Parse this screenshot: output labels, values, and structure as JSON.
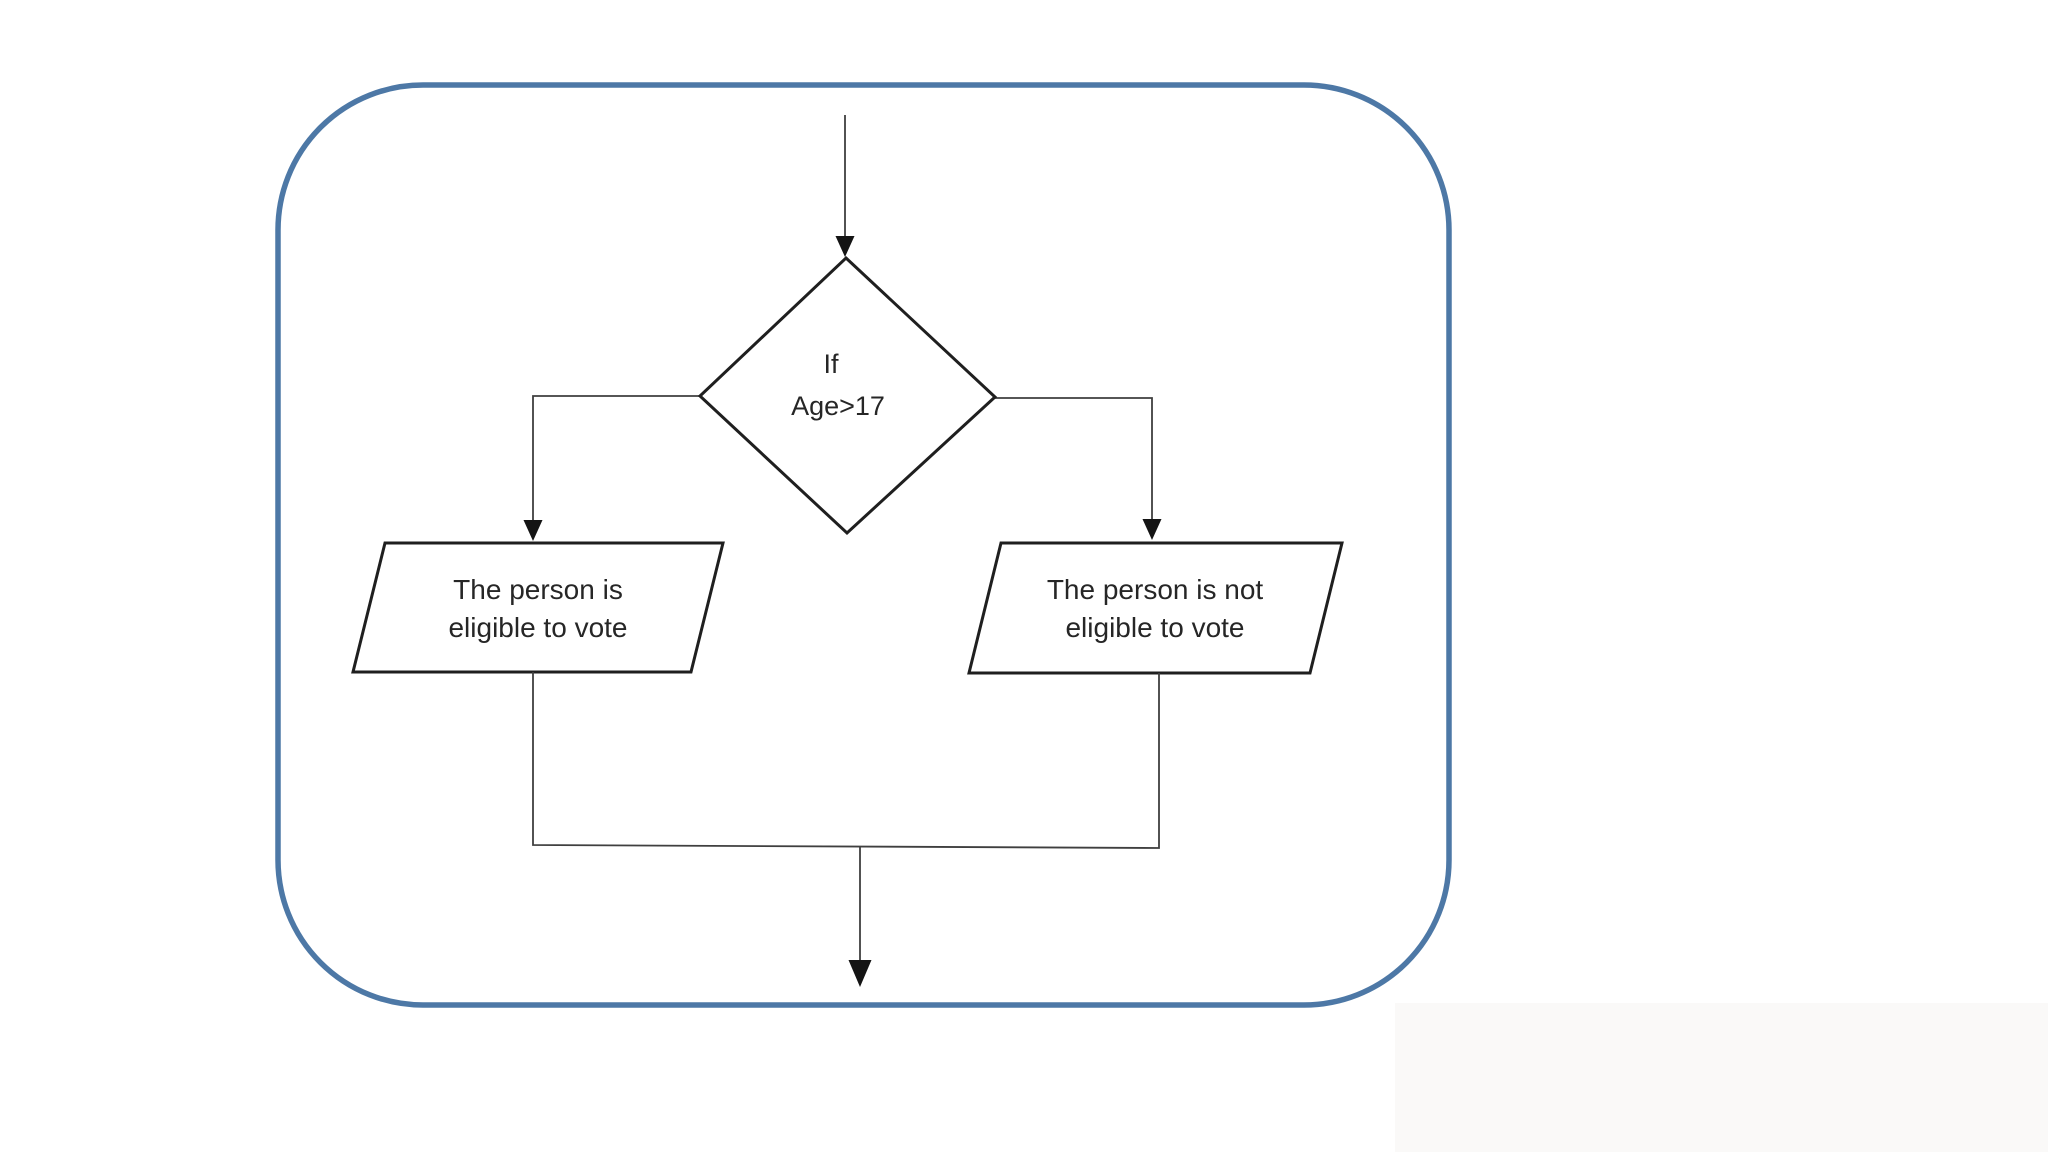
{
  "colors": {
    "frame_border": "#4d78a6",
    "shape_outline": "#1f1f1f",
    "connector": "#3f3f3f",
    "text": "#262626",
    "background": "#ffffff",
    "corner_tint": "#faf9f8"
  },
  "flowchart": {
    "decision": {
      "line1": "If",
      "line2": "Age>17"
    },
    "branch_left": {
      "line1": "The person is",
      "line2": "eligible to vote"
    },
    "branch_right": {
      "line1": "The person is not",
      "line2": "eligible to vote"
    }
  }
}
